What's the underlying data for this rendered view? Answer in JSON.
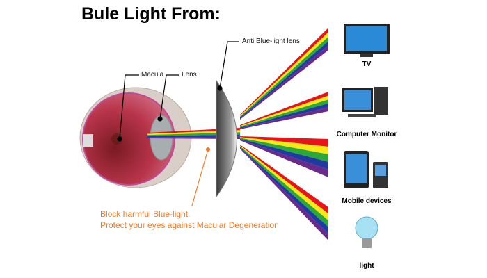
{
  "title": "Bule Light From:",
  "labels": {
    "macula": "Macula",
    "lens": "Lens",
    "anti_lens": "Anti Blue-light lens"
  },
  "message": {
    "line1": "Block harmful Blue-light.",
    "line2": "Protect your eyes against Macular Degeneration"
  },
  "devices": [
    {
      "name": "TV",
      "icon": "tv-icon"
    },
    {
      "name": "Computer Monitor",
      "icon": "computer-icon"
    },
    {
      "name": "Mobile devices",
      "icon": "mobile-devices-icon"
    },
    {
      "name": "light",
      "icon": "light-bulb-icon"
    }
  ],
  "colors": {
    "accent": "#f07a2a",
    "spectrum": [
      "#e8141c",
      "#f7e816",
      "#2aa83a",
      "#1f3aa0",
      "#6a2a8c"
    ]
  }
}
